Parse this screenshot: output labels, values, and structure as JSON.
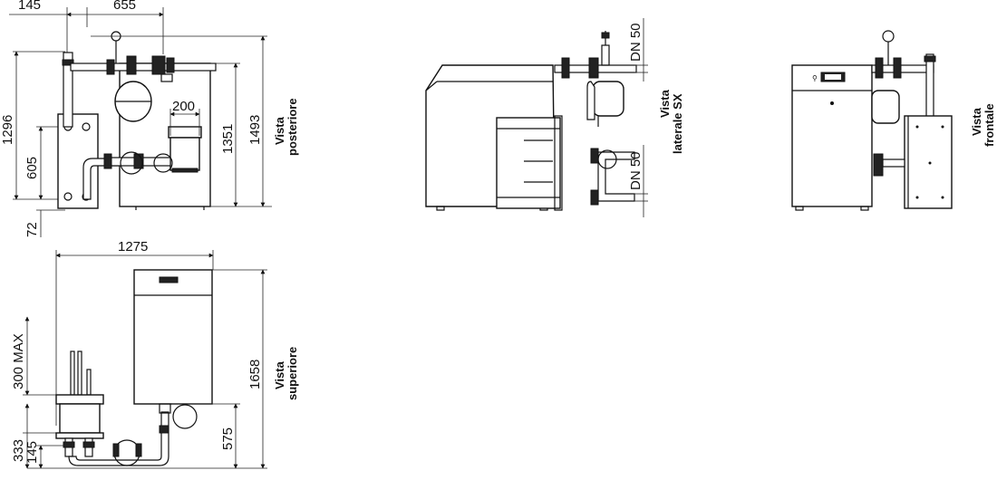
{
  "views": {
    "rear": {
      "label_line1": "Vista",
      "label_line2": "posteriore",
      "dims": {
        "top_left": "145",
        "top_right": "655",
        "height_total": "1296",
        "height_lower": "605",
        "foot": "72",
        "width_small": "200",
        "height_body": "1351",
        "height_overall": "1493"
      }
    },
    "left_side": {
      "label_line1": "Vista",
      "label_line2": "laterale SX",
      "dims": {
        "dn_top": "DN 50",
        "dn_bottom": "DN 50"
      }
    },
    "front": {
      "label_line1": "Vista",
      "label_line2": "frontale"
    },
    "top": {
      "label_line1": "Vista",
      "label_line2": "superiore",
      "dims": {
        "width": "1275",
        "max_clearance": "300 MAX",
        "offset_a": "333",
        "offset_b": "145",
        "depth": "1658",
        "pipe_offset": "575"
      }
    }
  }
}
